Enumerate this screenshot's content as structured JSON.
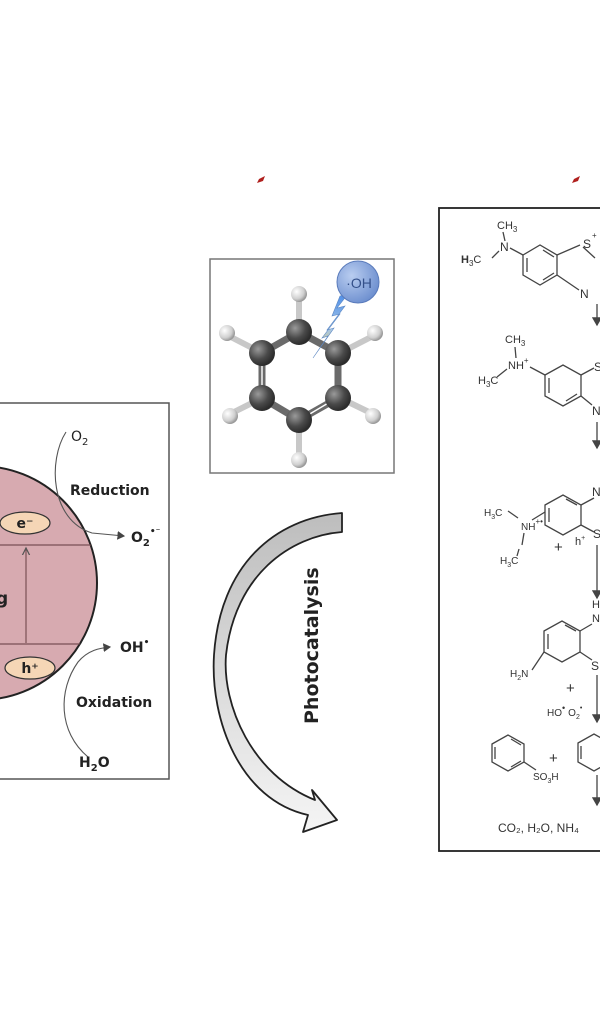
{
  "figure": {
    "title_marks_color": "#b0201e"
  },
  "semiconductor_panel": {
    "particle_color": "#d7aab0",
    "carrier_color": "#f5d6b6",
    "bandgap_label": "g",
    "electron_label": "e⁻",
    "hole_label": "h⁺",
    "reduction": {
      "label": "Reduction",
      "reactant": "O",
      "reactant_sub": "2",
      "product": "O",
      "product_sub": "2",
      "product_sup": "•⁻"
    },
    "oxidation": {
      "label": "Oxidation",
      "reactant": "H",
      "reactant_sub": "2",
      "reactant_tail": "O",
      "product": "OH",
      "product_sup": "•"
    }
  },
  "molecule_panel": {
    "radical_label": "·OH",
    "radical_color": "#7f9fd8",
    "molecule": "benzene",
    "atom_carbon_color": "#555555",
    "atom_hydrogen_color": "#dddddd"
  },
  "process_arrow": {
    "label": "Photocatalysis"
  },
  "degradation_pathway": {
    "steps": [
      {
        "labels": [
          "CH",
          "3",
          "H",
          "3",
          "C",
          "N",
          "S",
          "+",
          "N"
        ]
      },
      {
        "labels": [
          "CH",
          "3",
          "NH",
          "+",
          "H",
          "3",
          "C",
          "S",
          "N"
        ]
      },
      {
        "labels": [
          "H",
          "3",
          "C",
          "NH",
          "+•",
          "H",
          "3",
          "C",
          "+",
          "h",
          "+",
          "N",
          "S"
        ]
      },
      {
        "labels": [
          "H",
          "2",
          "N",
          "H",
          "N",
          "S",
          "+",
          "HO",
          "•",
          "O",
          "2",
          "•"
        ]
      },
      {
        "labels": [
          "+",
          "SO",
          "3",
          "H",
          "+"
        ]
      }
    ],
    "final_products": "CO₂, H₂O, NH₄"
  }
}
